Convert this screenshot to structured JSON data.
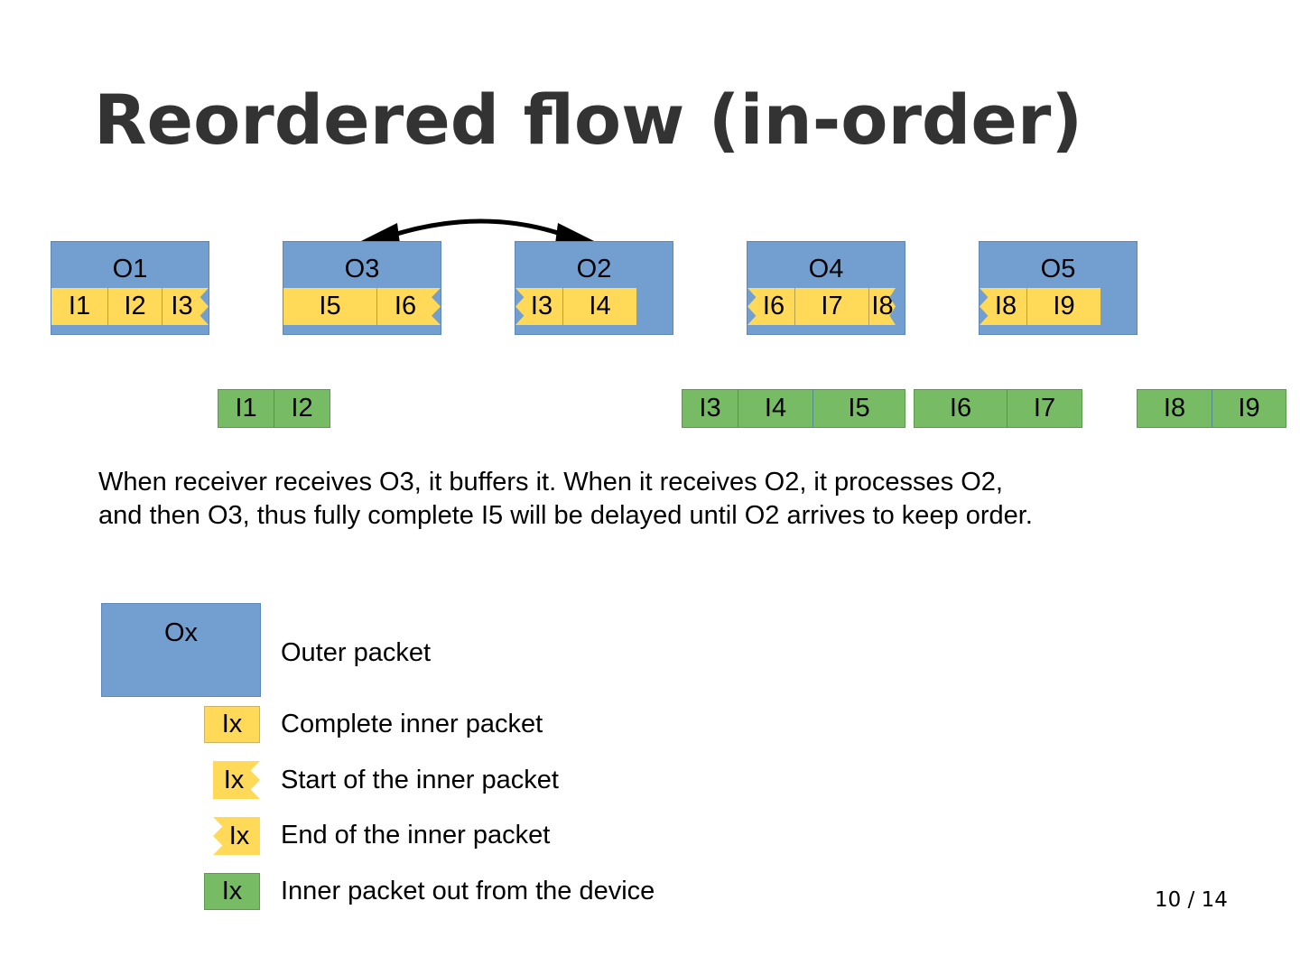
{
  "slide": {
    "title": "Reordered flow (in-order)",
    "page_number": "10 / 14"
  },
  "colors": {
    "outer_packet": "#729fcf",
    "inner_packet": "#ffd957",
    "output_packet": "#77bc65",
    "title": "#333333"
  },
  "outer_packets": [
    {
      "label": "O1",
      "inner": [
        {
          "label": "I1",
          "type": "complete"
        },
        {
          "label": "I2",
          "type": "complete"
        },
        {
          "label": "I3",
          "type": "start"
        }
      ]
    },
    {
      "label": "O3",
      "inner": [
        {
          "label": "I5",
          "type": "complete"
        },
        {
          "label": "I6",
          "type": "start"
        }
      ]
    },
    {
      "label": "O2",
      "inner": [
        {
          "label": "I3",
          "type": "end"
        },
        {
          "label": "I4",
          "type": "complete"
        }
      ]
    },
    {
      "label": "O4",
      "inner": [
        {
          "label": "I6",
          "type": "end"
        },
        {
          "label": "I7",
          "type": "complete"
        },
        {
          "label": "I8",
          "type": "start"
        }
      ]
    },
    {
      "label": "O5",
      "inner": [
        {
          "label": "I8",
          "type": "end"
        },
        {
          "label": "I9",
          "type": "complete"
        }
      ]
    }
  ],
  "swap_arrow": {
    "from": "O3",
    "to": "O2",
    "meaning": "reordered arrival"
  },
  "output_groups": [
    {
      "items": [
        "I1",
        "I2"
      ]
    },
    {
      "items": [
        "I3",
        "I4",
        "I5"
      ]
    },
    {
      "items": [
        "I6",
        "I7"
      ]
    },
    {
      "items": [
        "I8",
        "I9"
      ]
    }
  ],
  "description": {
    "line1": "When receiver receives O3, it buffers it. When it receives O2, it processes O2,",
    "line2": "and then O3, thus fully complete I5 will be delayed until O2 arrives to keep order."
  },
  "legend": [
    {
      "symbol": "Ox",
      "kind": "outer",
      "text": "Outer packet"
    },
    {
      "symbol": "Ix",
      "kind": "complete",
      "text": "Complete inner packet"
    },
    {
      "symbol": "Ix",
      "kind": "start",
      "text": "Start of the inner packet"
    },
    {
      "symbol": "Ix",
      "kind": "end",
      "text": "End of the inner packet"
    },
    {
      "symbol": "Ix",
      "kind": "output",
      "text": "Inner packet out from the device"
    }
  ]
}
